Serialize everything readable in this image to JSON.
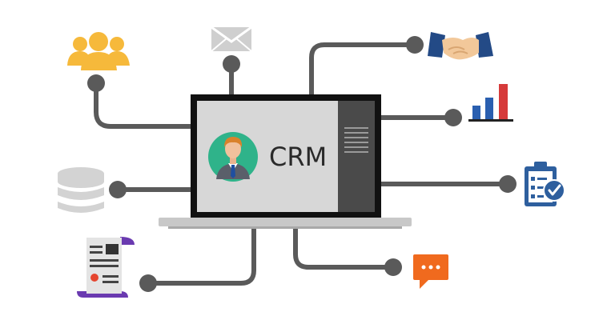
{
  "diagram": {
    "screen_label": "CRM",
    "nodes": [
      {
        "name": "team",
        "icon": "team-icon"
      },
      {
        "name": "email",
        "icon": "envelope-icon"
      },
      {
        "name": "partnership",
        "icon": "handshake-icon"
      },
      {
        "name": "analytics",
        "icon": "bar-chart-icon"
      },
      {
        "name": "database",
        "icon": "database-icon"
      },
      {
        "name": "tasks",
        "icon": "clipboard-check-icon"
      },
      {
        "name": "documents",
        "icon": "document-scroll-icon"
      },
      {
        "name": "chat",
        "icon": "chat-bubble-icon"
      }
    ]
  },
  "colors": {
    "connector": "#5a5a5a",
    "laptop_frame": "#111111",
    "screen": "#d7d7d7",
    "sidebar": "#4a4a4a",
    "base": "#c8c8c8",
    "team": "#f6b93b",
    "avatar_bg": "#2fb38a",
    "chart_blue": "#2a5fb0",
    "chart_red": "#d63a3a",
    "chat": "#f06a1e",
    "scroll_purple": "#6a3ab0",
    "clipboard_blue": "#2e5f9e"
  }
}
